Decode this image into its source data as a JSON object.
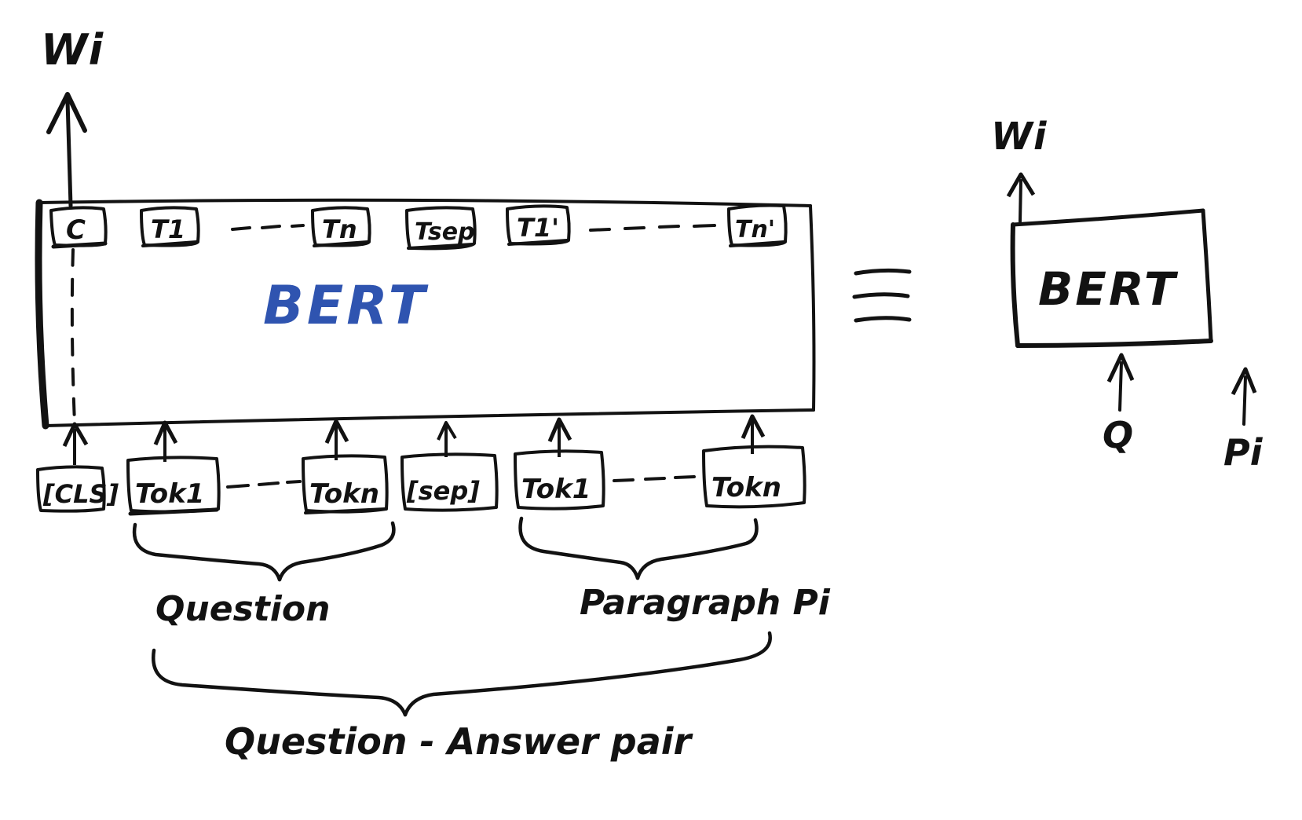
{
  "diagram": {
    "title": "BERT question-answering architecture sketch",
    "style": {
      "ink": "#121212",
      "bert_accent": "#2f54b0",
      "background": "#ffffff"
    },
    "left_model": {
      "output_label": "Wi",
      "model_name": "BERT",
      "output_tokens": [
        {
          "id": "c",
          "label": "C"
        },
        {
          "id": "t1",
          "label": "T1"
        },
        {
          "id": "ellipsis-1",
          "label": "- - - -"
        },
        {
          "id": "tn",
          "label": "Tn"
        },
        {
          "id": "tsep",
          "label": "Tsep"
        },
        {
          "id": "t1p",
          "label": "T1'"
        },
        {
          "id": "ellipsis-2",
          "label": "- - - - - -"
        },
        {
          "id": "tnp",
          "label": "Tn'"
        }
      ],
      "input_tokens": [
        {
          "id": "cls",
          "label": "[CLS]"
        },
        {
          "id": "tok1-q",
          "label": "Tok1"
        },
        {
          "id": "ellipsis-3",
          "label": "- - - -"
        },
        {
          "id": "tokn-q",
          "label": "Tokn"
        },
        {
          "id": "sep",
          "label": "[sep]"
        },
        {
          "id": "tok1-p",
          "label": "Tok1"
        },
        {
          "id": "ellipsis-4",
          "label": "- - - - -"
        },
        {
          "id": "tokn-p",
          "label": "Tokn"
        }
      ],
      "braces": [
        {
          "id": "question",
          "label": "Question"
        },
        {
          "id": "paragraph",
          "label": "Paragraph Pi"
        },
        {
          "id": "qa-pair",
          "label": "Question - Answer pair"
        }
      ]
    },
    "equivalence_symbol": "≡",
    "right_model": {
      "output_label": "Wi",
      "model_name": "BERT",
      "inputs": [
        {
          "id": "q",
          "label": "Q"
        },
        {
          "id": "pi",
          "label": "Pi"
        }
      ]
    }
  }
}
